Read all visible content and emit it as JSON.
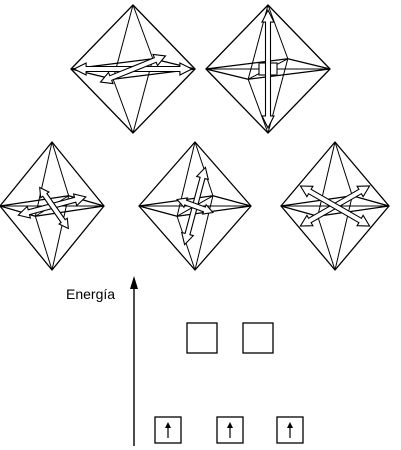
{
  "energy_diagram": {
    "axis_label": "Energía",
    "upper_levels": [
      {
        "id": "eg-1",
        "electron": false
      },
      {
        "id": "eg-2",
        "electron": false
      }
    ],
    "lower_levels": [
      {
        "id": "t2g-1",
        "electron": true
      },
      {
        "id": "t2g-2",
        "electron": true
      },
      {
        "id": "t2g-3",
        "electron": true
      }
    ]
  },
  "orbital_octahedra": [
    {
      "id": "octahedron-top-left",
      "lobes": "horizontal-axial"
    },
    {
      "id": "octahedron-top-right",
      "lobes": "vertical-axial"
    },
    {
      "id": "octahedron-middle-left",
      "lobes": "horizontal-between-axes"
    },
    {
      "id": "octahedron-middle-center",
      "lobes": "vertical-between-axes"
    },
    {
      "id": "octahedron-middle-right",
      "lobes": "diagonal-between-axes"
    }
  ],
  "colors": {
    "line": "#000000",
    "background": "#ffffff"
  }
}
